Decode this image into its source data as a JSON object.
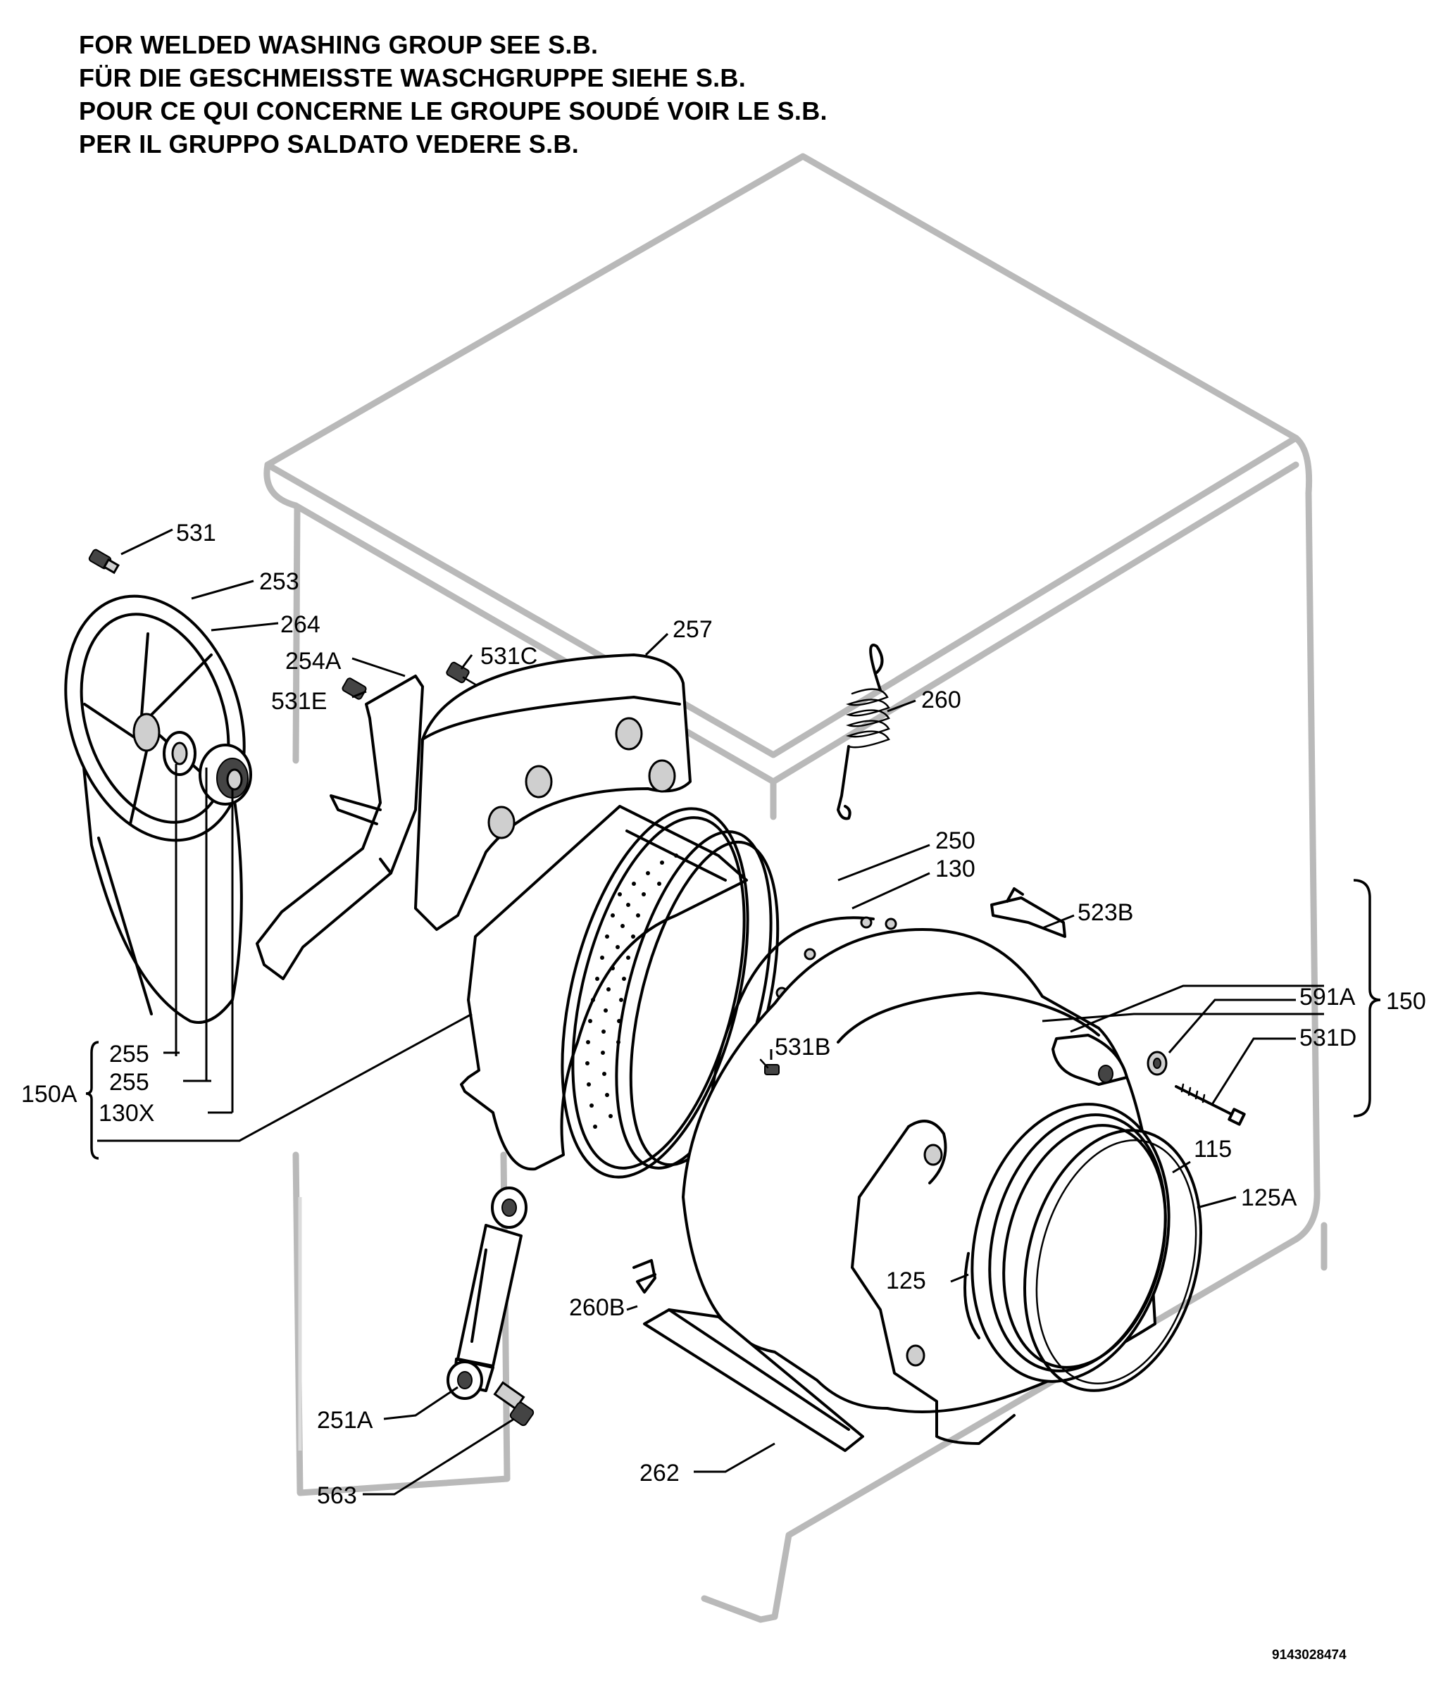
{
  "header_lines": [
    "FOR WELDED WASHING GROUP SEE S.B.",
    "FÜR DIE GESCHMEISSTE WASCHGRUPPE SIEHE S.B.",
    "POUR CE QUI CONCERNE LE GROUPE SOUDÉ VOIR LE S.B.",
    "PER IL GRUPPO SALDATO VEDERE S.B."
  ],
  "labels": {
    "p531": "531",
    "p253": "253",
    "p264": "264",
    "p254A": "254A",
    "p531E": "531E",
    "p531C": "531C",
    "p257": "257",
    "p260": "260",
    "p250": "250",
    "p130": "130",
    "p523B": "523B",
    "p150": "150",
    "p591A": "591A",
    "p531D": "531D",
    "p531B": "531B",
    "p255a": "255",
    "p255b": "255",
    "p150A": "150A",
    "p130X": "130X",
    "p115": "115",
    "p125A": "125A",
    "p125": "125",
    "p260B": "260B",
    "p251A": "251A",
    "p563": "563",
    "p262": "262"
  },
  "drawing_number": "9143028474"
}
